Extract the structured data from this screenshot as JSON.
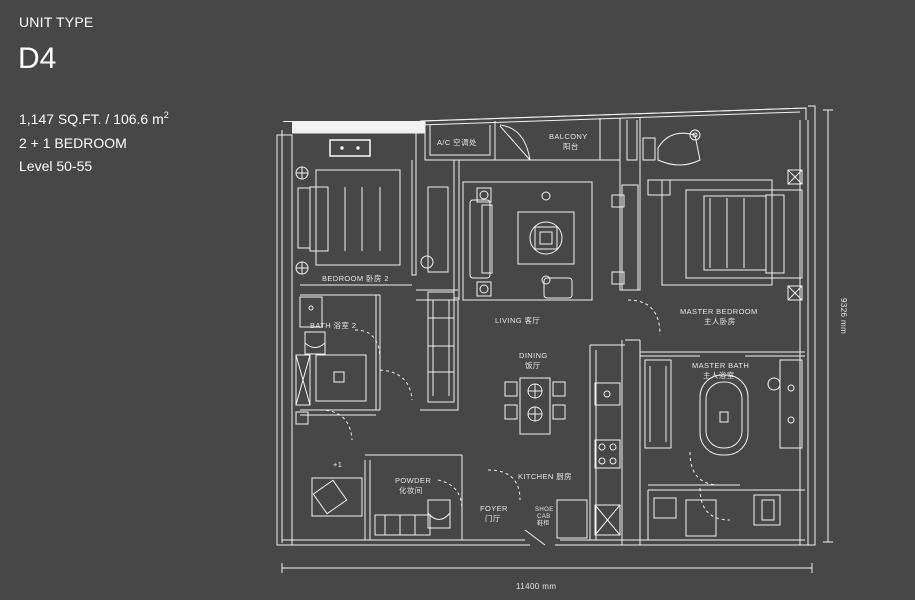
{
  "header": {
    "unit_type_label": "UNIT TYPE",
    "unit_code": "D4",
    "area": "1,147 SQ.FT. / 106.6 m",
    "area_sup": "2",
    "bedrooms": "2 + 1 BEDROOM",
    "levels": "Level 50-55"
  },
  "rooms": {
    "ac_ledge": "A/C 空调处",
    "balcony": "BALCONY",
    "balcony_cn": "阳台",
    "bedroom2": "BEDROOM 卧房 2",
    "bath2": "BATH 浴室 2",
    "living": "LIVING 客厅",
    "master_bedroom": "MASTER BEDROOM",
    "master_bedroom_cn": "主人卧房",
    "dining": "DINING",
    "dining_cn": "饭厅",
    "master_bath": "MASTER BATH",
    "master_bath_cn": "主人浴室",
    "plus_one": "+1",
    "powder": "POWDER",
    "powder_cn": "化妆间",
    "kitchen": "KITCHEN 厨房",
    "foyer": "FOYER",
    "foyer_cn": "门厅",
    "shoe_1": "SHOE",
    "shoe_2": "CAB",
    "shoe_3": "鞋柜"
  },
  "dimensions": {
    "width": "11400 mm",
    "depth": "9326 mm"
  },
  "colors": {
    "background": "#474747",
    "linework": "#f2f2f2"
  }
}
